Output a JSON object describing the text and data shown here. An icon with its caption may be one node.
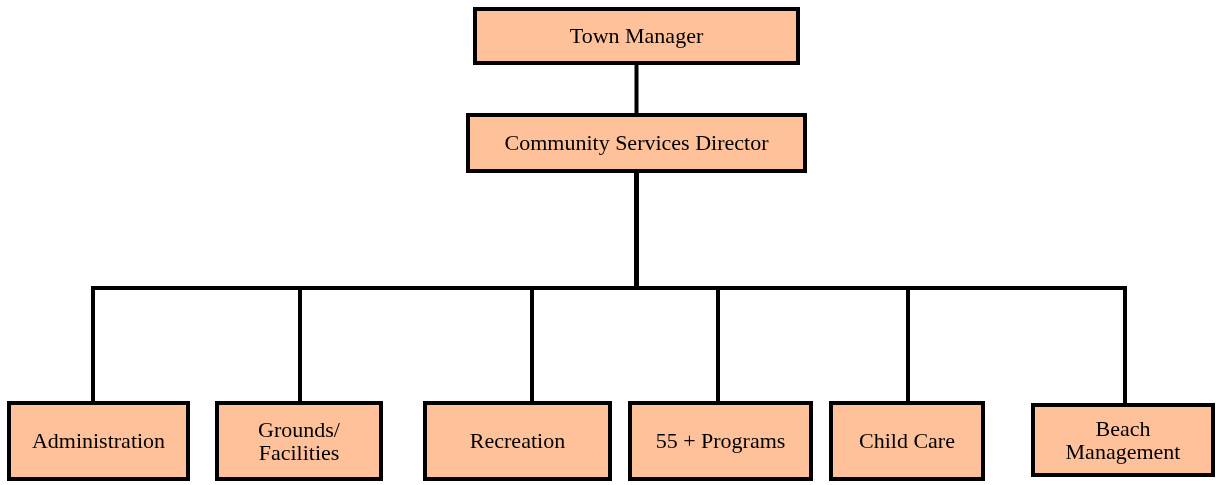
{
  "diagram": {
    "nodes": [
      {
        "text": [
          "Town Manager"
        ]
      },
      {
        "text": [
          "Community Services Director"
        ]
      },
      {
        "text": [
          "Administration"
        ]
      },
      {
        "text": [
          "Grounds/ Facilities"
        ]
      },
      {
        "text": [
          "Recreation"
        ]
      },
      {
        "text": [
          "55 + Programs"
        ]
      },
      {
        "text": [
          "Child Care"
        ]
      },
      {
        "text": [
          "Beach Management"
        ]
      }
    ],
    "edges": [
      {
        "from": 0,
        "to": 1,
        "arrow": "none"
      },
      {
        "from": 1,
        "to": 2,
        "arrow": "none"
      },
      {
        "from": 1,
        "to": 3,
        "arrow": "none"
      },
      {
        "from": 1,
        "to": 4,
        "arrow": "none"
      },
      {
        "from": 1,
        "to": 5,
        "arrow": "none"
      },
      {
        "from": 1,
        "to": 6,
        "arrow": "none"
      },
      {
        "from": 1,
        "to": 7,
        "arrow": "none"
      }
    ]
  }
}
